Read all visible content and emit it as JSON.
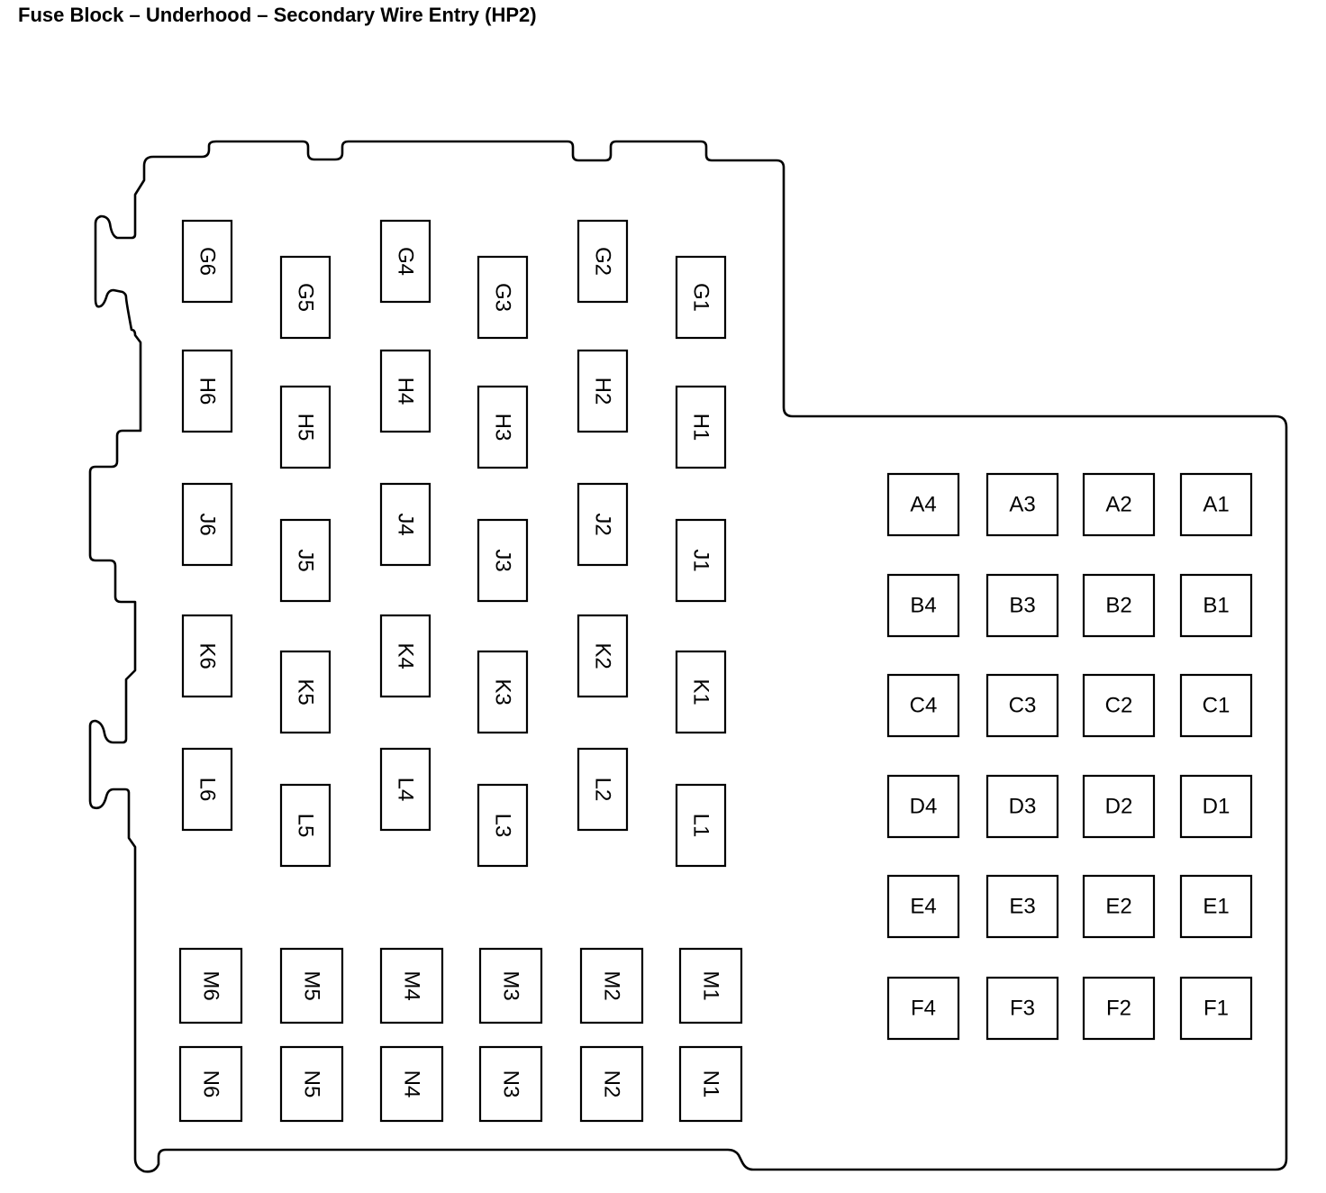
{
  "title": "Fuse Block – Underhood – Secondary Wire Entry (HP2)",
  "colors": {
    "line": "#000000",
    "background": "#ffffff"
  },
  "left_section": {
    "columns": [
      {
        "rows": {
          "G": "G6",
          "H": "H6",
          "J": "J6",
          "K": "K6",
          "L": "L6"
        }
      },
      {
        "rows": {
          "G": "G5",
          "H": "H5",
          "J": "J5",
          "K": "K5",
          "L": "L5"
        }
      },
      {
        "rows": {
          "G": "G4",
          "H": "H4",
          "J": "J4",
          "K": "K4",
          "L": "L4"
        }
      },
      {
        "rows": {
          "G": "G3",
          "H": "H3",
          "J": "J3",
          "K": "K3",
          "L": "L3"
        }
      },
      {
        "rows": {
          "G": "G2",
          "H": "H2",
          "J": "J2",
          "K": "K2",
          "L": "L2"
        }
      },
      {
        "rows": {
          "G": "G1",
          "H": "H1",
          "J": "J1",
          "K": "K1",
          "L": "L1"
        }
      }
    ],
    "bottom_rows": [
      [
        "M6",
        "M5",
        "M4",
        "M3",
        "M2",
        "M1"
      ],
      [
        "N6",
        "N5",
        "N4",
        "N3",
        "N2",
        "N1"
      ]
    ]
  },
  "right_section": {
    "rows": [
      [
        "A4",
        "A3",
        "A2",
        "A1"
      ],
      [
        "B4",
        "B3",
        "B2",
        "B1"
      ],
      [
        "C4",
        "C3",
        "C2",
        "C1"
      ],
      [
        "D4",
        "D3",
        "D2",
        "D1"
      ],
      [
        "E4",
        "E3",
        "E2",
        "E1"
      ],
      [
        "F4",
        "F3",
        "F2",
        "F1"
      ]
    ]
  }
}
